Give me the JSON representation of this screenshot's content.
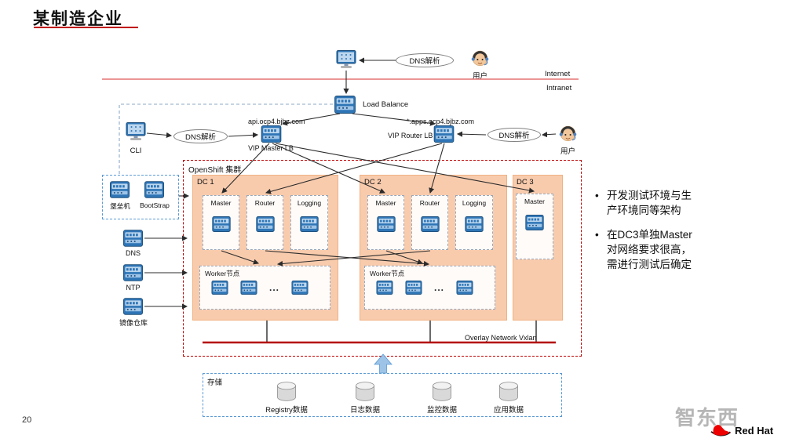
{
  "slide": {
    "title": "某制造企业"
  },
  "top": {
    "dns_top": "DNS解析",
    "dns_left": "DNS解析",
    "dns_right": "DNS解析",
    "user_top": "用户",
    "user_right": "用户",
    "internet": "Internet",
    "intranet": "Intranet",
    "load_balance": "Load Balance",
    "api_domain": "api.ocp4.bjbz.com",
    "apps_domain": "*.apps.ocp4.bjbz.com",
    "vip_master": "VIP Master LB",
    "vip_router": "VIP Router LB",
    "cli": "CLI"
  },
  "left_panel": {
    "bastion": "堡垒机",
    "bootstrap": "BootStrap",
    "dns": "DNS",
    "ntp": "NTP",
    "registry": "镜像仓库"
  },
  "cluster": {
    "title": "OpenShift 集群",
    "overlay": "Overlay Network Vxlan",
    "worker_label": "Worker节点",
    "ellipsis": "...",
    "dc1": {
      "name": "DC 1",
      "master": "Master",
      "router": "Router",
      "logging": "Logging"
    },
    "dc2": {
      "name": "DC 2",
      "master": "Master",
      "router": "Router",
      "logging": "Logging"
    },
    "dc3": {
      "name": "DC 3",
      "master": "Master"
    }
  },
  "storage": {
    "title": "存储",
    "items": [
      "Registry数据",
      "日志数据",
      "监控数据",
      "应用数据"
    ]
  },
  "notes": {
    "bullets": [
      "开发测试环境与生产环境同等架构",
      "在DC3单独Master对网络要求很高，需进行测试后确定"
    ]
  },
  "footer": {
    "page_number": "20",
    "watermark": "智东西",
    "redhat": "Red Hat"
  },
  "colors": {
    "accent_red": "#C00000",
    "divider_red": "#E57373",
    "dc_fill": "#F8CBAD",
    "icon_blue": "#2E75B6",
    "dashed_blue": "#5B9BD5",
    "redhat_red": "#EE0000"
  },
  "icons": {
    "server": "blue-switch-box",
    "terminal": "blue-monitor",
    "user": "person-avatar",
    "database": "gray-cylinder",
    "redhat": "red-fedora",
    "storage_arrow": "blue-block-arrow-up"
  }
}
